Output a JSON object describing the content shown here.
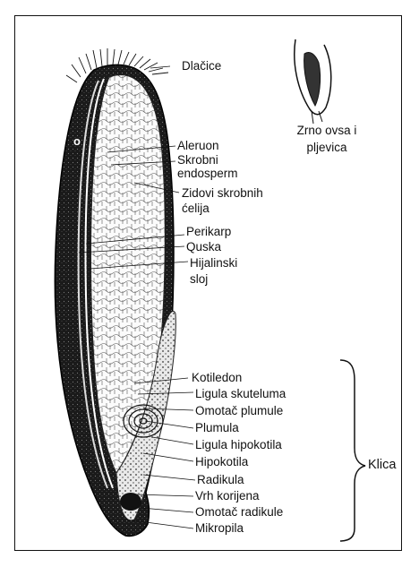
{
  "figure": {
    "caption_inset": [
      "Zrno ovsa i",
      "pljevica"
    ],
    "letter_mark": "o",
    "labels": {
      "dlacice": "Dlačice",
      "aleuron": "Aleruon",
      "skrobni": [
        "Skrobni",
        "endosperm"
      ],
      "zidovi": [
        "Zidovi skrobnih",
        "ćelija"
      ],
      "perikarp": "Perikarp",
      "quska": "Quska",
      "hijalinski": [
        "Hijalinski",
        "sloj"
      ],
      "kotiledon": "Kotiledon",
      "ligula_skuteluma": "Ligula skuteluma",
      "omotac_plumule": "Omotač plumule",
      "plumula": "Plumula",
      "ligula_hipokotila": "Ligula hipokotila",
      "hipokotila": "Hipokotila",
      "radikula": "Radikula",
      "vrh_korijena": "Vrh korijena",
      "omotac_radikule": "Omotač radikule",
      "mikropila": "Mikropila",
      "klica": "Klica"
    }
  }
}
